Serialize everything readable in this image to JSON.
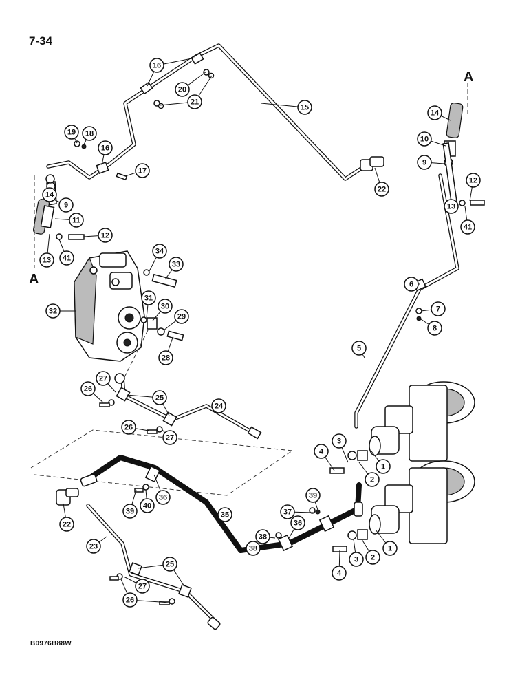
{
  "page": {
    "page_number": "7-34",
    "figure_code": "B0976B88W"
  },
  "section_marks": {
    "top": "A",
    "left": "A"
  },
  "callout_numbers": [
    "1",
    "2",
    "3",
    "4",
    "5",
    "6",
    "7",
    "8",
    "9",
    "10",
    "11",
    "12",
    "13",
    "14",
    "15",
    "16",
    "17",
    "18",
    "19",
    "20",
    "21",
    "22",
    "23",
    "24",
    "25",
    "26",
    "27",
    "28",
    "29",
    "30",
    "31",
    "32",
    "33",
    "34",
    "35",
    "36",
    "37",
    "38",
    "39",
    "40",
    "41"
  ]
}
